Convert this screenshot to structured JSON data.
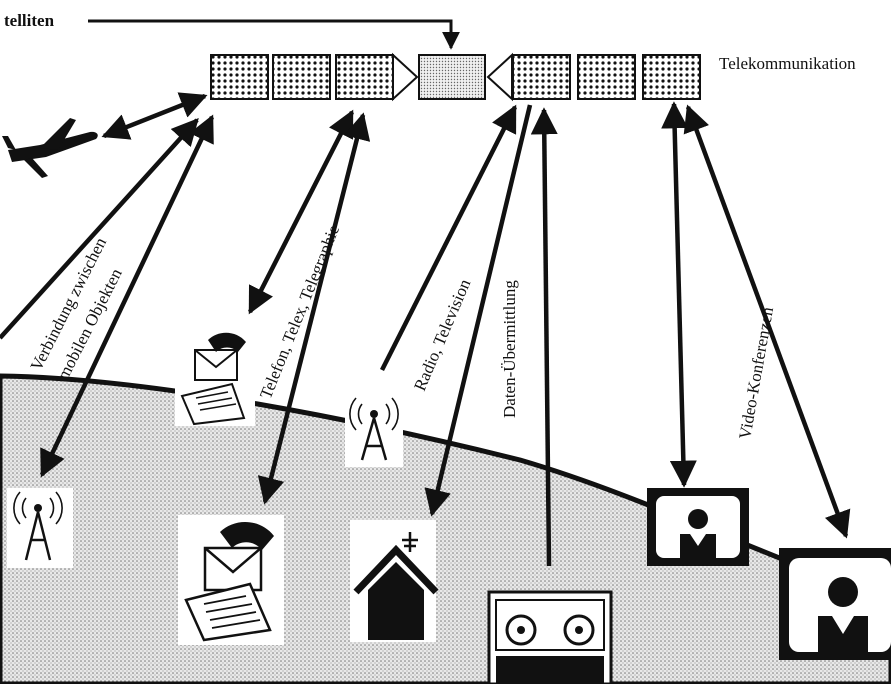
{
  "labels": {
    "satellite_pointer": "telliten",
    "telecom": "Telekommunikation",
    "mobile_line1": "Verbindung zwischen",
    "mobile_line2": "mobilen Objekten",
    "telephony": "Telefon, Telex, Telegraphie",
    "broadcast": "Radio, Television",
    "data": "Daten-Übermittlung",
    "video": "Video-Konferenzen"
  },
  "icons": [
    "satellite-icon",
    "airplane-icon",
    "antenna-tower-icon",
    "telephone-letter-icon",
    "house-antenna-icon",
    "data-tape-icon",
    "video-monitor-icon"
  ],
  "colors": {
    "ink": "#111111",
    "earth": "#d9d9d9",
    "panel": "#f2f2f2"
  }
}
